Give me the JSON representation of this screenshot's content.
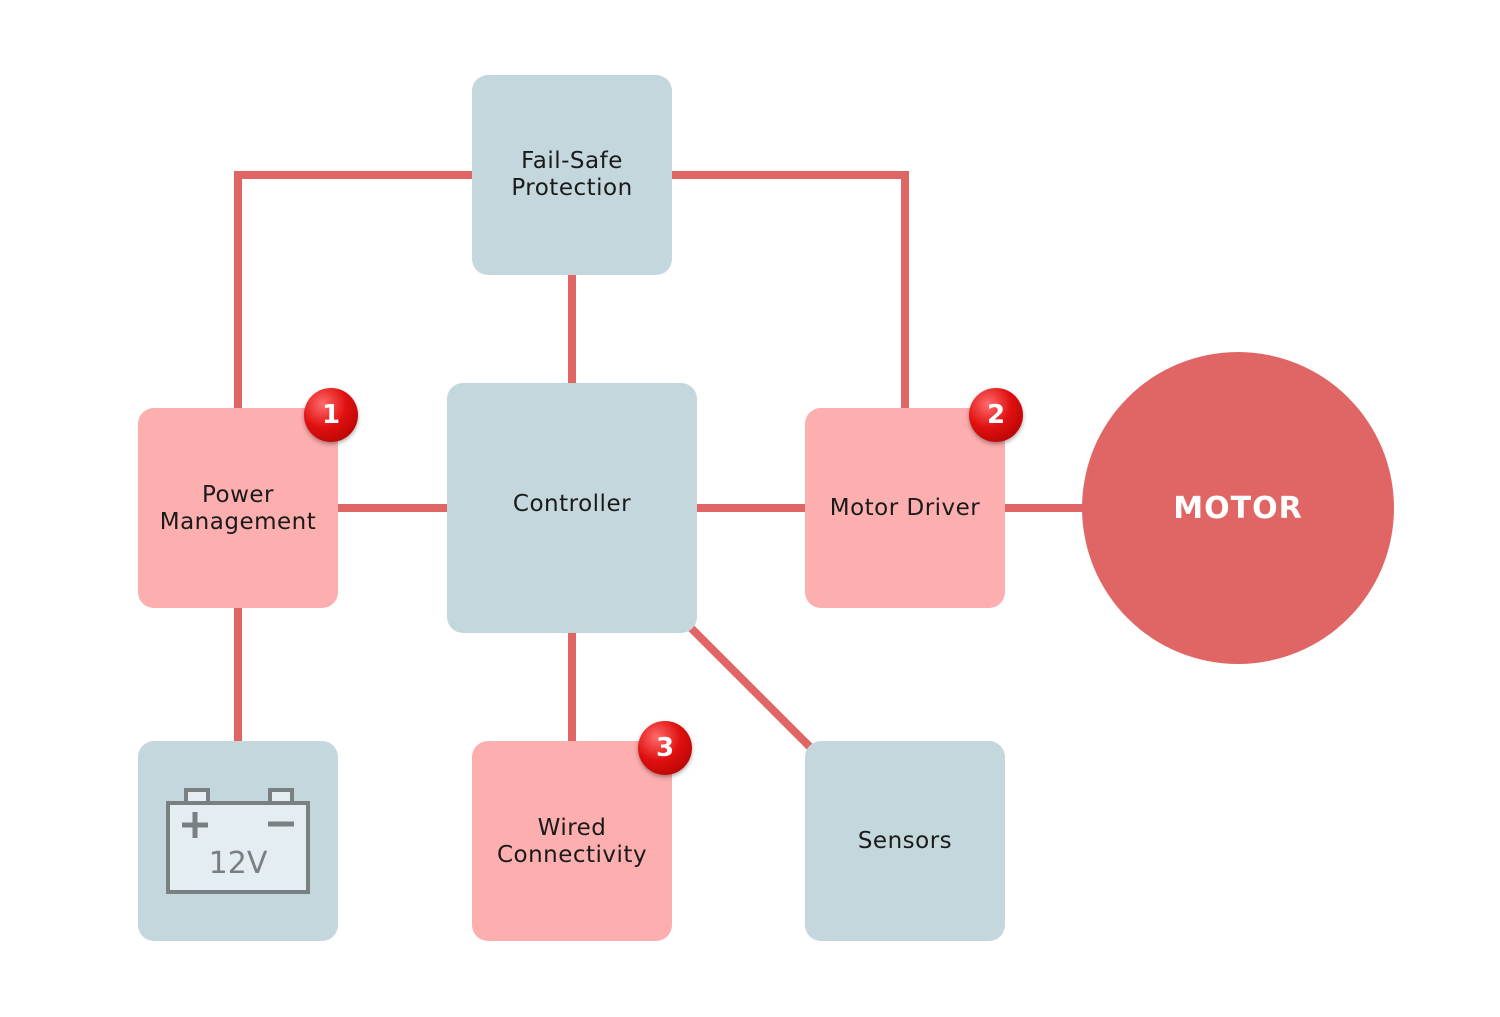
{
  "blocks": {
    "failsafe": "Fail-Safe\nProtection",
    "power": "Power\nManagement",
    "controller": "Controller",
    "motor_driver": "Motor Driver",
    "wired": "Wired\nConnectivity",
    "sensors": "Sensors",
    "battery": "12V"
  },
  "motor": "MOTOR",
  "badges": [
    "1",
    "2",
    "3"
  ],
  "colors": {
    "wire": "#e06666",
    "blue_block": "#c3d7dd",
    "pink_block": "#fdaeae",
    "motor": "#e06666",
    "badge": "#e01010",
    "battery_stroke": "#7a7f82",
    "battery_fill": "#e4eef2"
  }
}
